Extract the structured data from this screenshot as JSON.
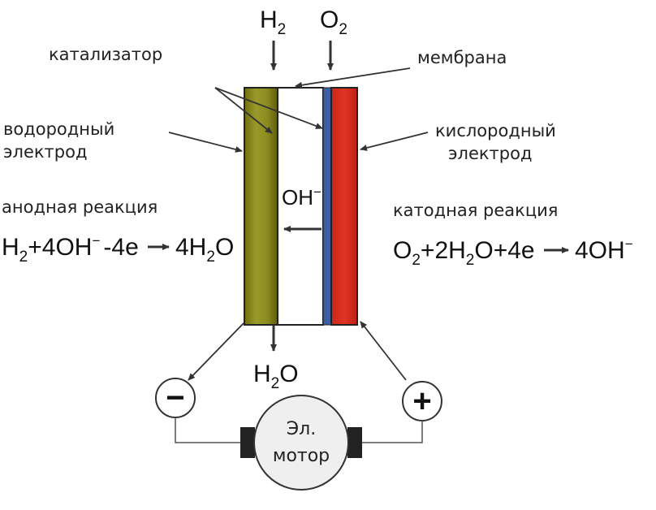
{
  "gases": {
    "h2": "H",
    "h2_sub": "2",
    "o2": "O",
    "o2_sub": "2"
  },
  "labels": {
    "catalyst": "катализатор",
    "membrane": "мембрана",
    "hydrogen_electrode_1": "водородный",
    "hydrogen_electrode_2": "электрод",
    "oxygen_electrode_1": "кислородный",
    "oxygen_electrode_2": "электрод",
    "anode_reaction": "анодная реакция",
    "cathode_reaction": "катодная реакция"
  },
  "ion": {
    "base": "OH",
    "charge": "−"
  },
  "anode_equation": {
    "p1": "H",
    "p1_sub": "2",
    "p2": "+4OH",
    "p2_sup": "−",
    "p3": "-4e",
    "p4": "4H",
    "p4_sub": "2",
    "p5": "O"
  },
  "cathode_equation": {
    "p1": "O",
    "p1_sub": "2",
    "p2": "+2H",
    "p2_sub": "2",
    "p3": "O+4e",
    "p4": "4OH",
    "p4_sup": "−"
  },
  "water_out": {
    "base": "H",
    "sub": "2",
    "tail": "O"
  },
  "terminals": {
    "negative": "−",
    "positive": "+"
  },
  "motor": {
    "line1": "Эл.",
    "line2": "мотор"
  },
  "colors": {
    "anode": "#8a8a1f",
    "membrane": "#ffffff",
    "catalyst_layer": "#3d5fa0",
    "cathode": "#d92b1d",
    "arrow": "#333333"
  }
}
